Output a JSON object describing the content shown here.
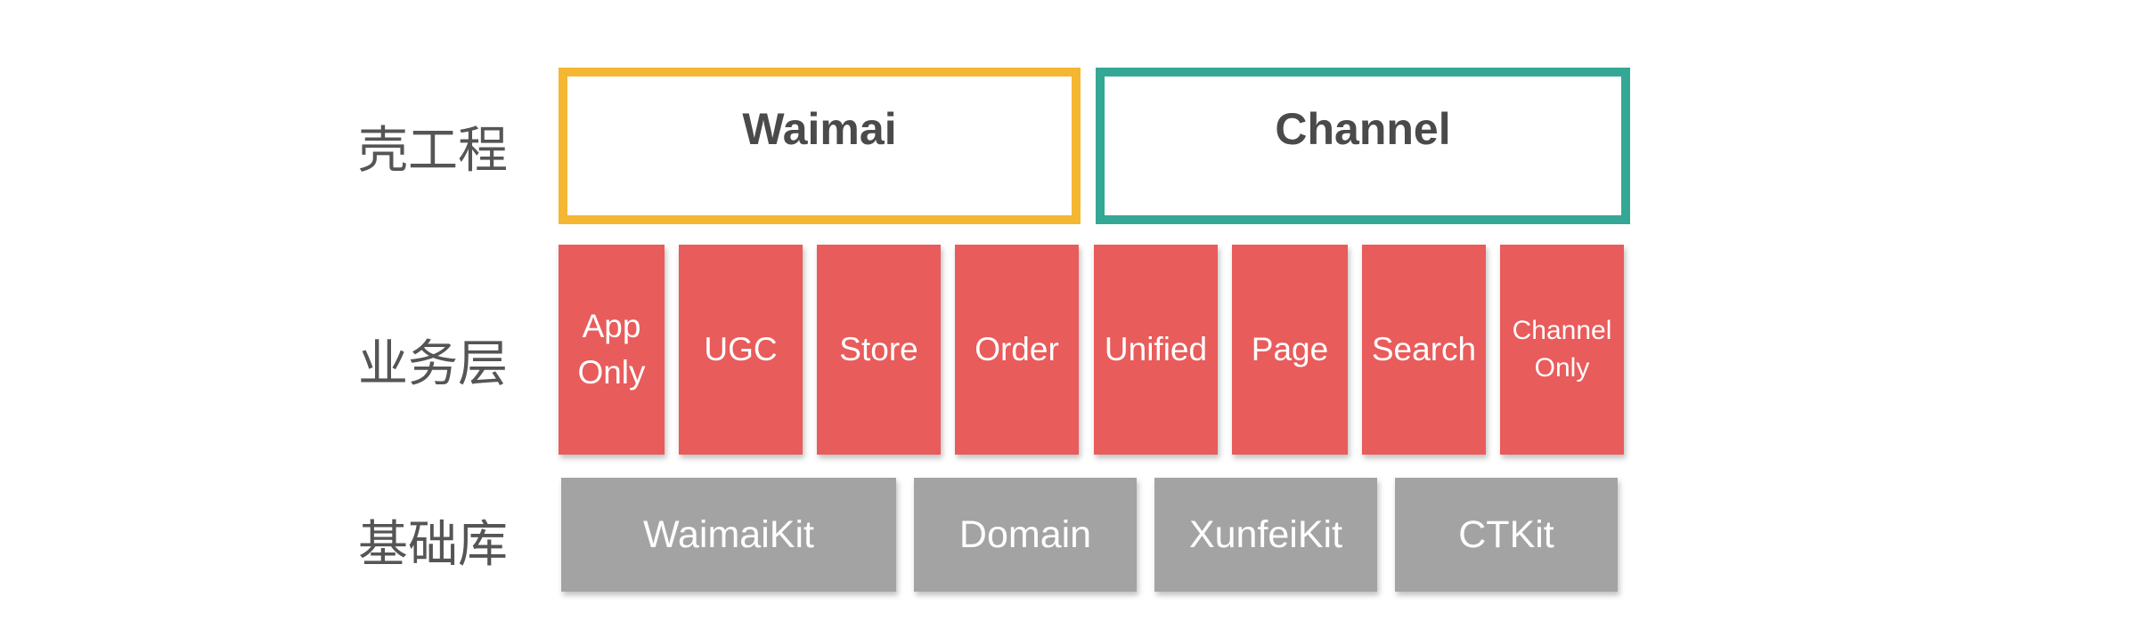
{
  "rows": {
    "shell_label": "壳工程",
    "business_label": "业务层",
    "base_label": "基础库"
  },
  "shell": {
    "waimai": {
      "label": "Waimai",
      "color": "#f5b631"
    },
    "channel": {
      "label": "Channel",
      "color": "#34a894"
    }
  },
  "business": {
    "color": "#e85c5b",
    "modules": [
      {
        "label": "App\nOnly"
      },
      {
        "label": "UGC"
      },
      {
        "label": "Store"
      },
      {
        "label": "Order"
      },
      {
        "label": "Unified"
      },
      {
        "label": "Page"
      },
      {
        "label": "Search"
      },
      {
        "label": "Channel\nOnly"
      }
    ]
  },
  "base": {
    "color": "#a3a3a3",
    "libraries": [
      {
        "label": "WaimaiKit"
      },
      {
        "label": "Domain"
      },
      {
        "label": "XunfeiKit"
      },
      {
        "label": "CTKit"
      }
    ]
  }
}
